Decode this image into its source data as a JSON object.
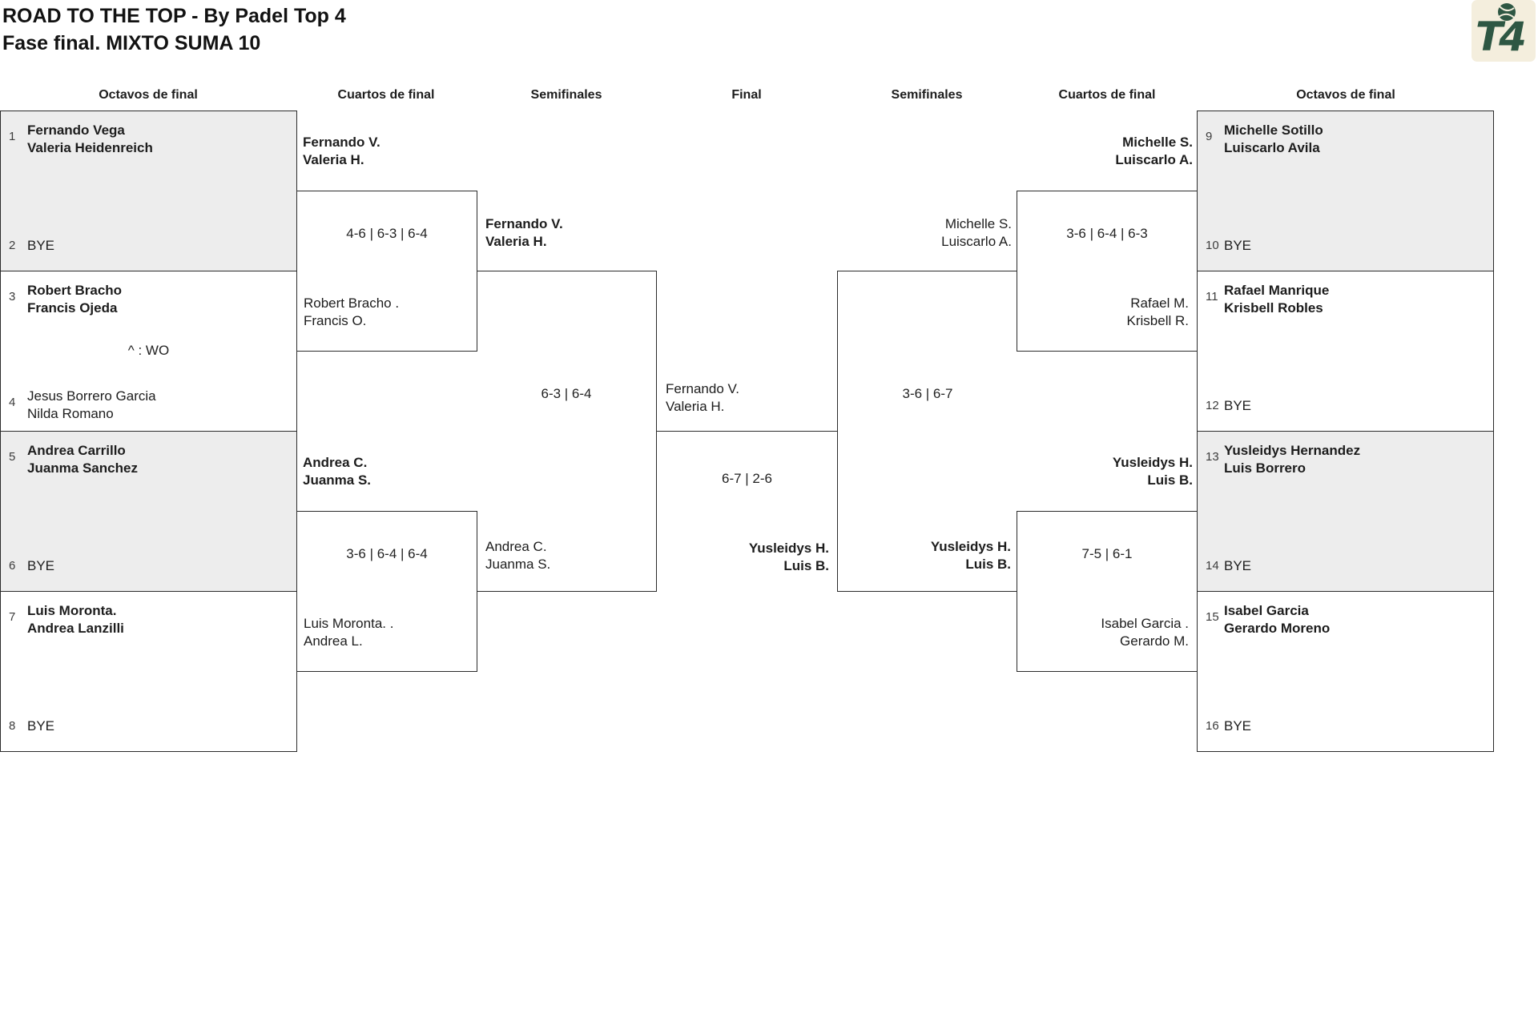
{
  "header": {
    "title": "ROAD TO THE TOP - By Padel Top 4",
    "subtitle": "Fase final. MIXTO SUMA 10",
    "logo_text": "T4"
  },
  "colors": {
    "logo_green": "#2e5743",
    "logo_bg": "#f4eedd",
    "box_shade": "#ededed",
    "line": "#2b2b2b"
  },
  "rounds": [
    "Octavos de final",
    "Cuartos de final",
    "Semifinales",
    "Final",
    "Semifinales",
    "Cuartos de final",
    "Octavos de final"
  ],
  "octavos_left": [
    {
      "top_seed": "1",
      "top_line1": "Fernando Vega",
      "top_line2": "Valeria Heidenreich",
      "note": "",
      "bottom_seed": "2",
      "bottom_line1": "BYE"
    },
    {
      "top_seed": "3",
      "top_line1": "Robert Bracho",
      "top_line2": "Francis Ojeda",
      "note": "^ : WO",
      "bottom_seed": "4",
      "bottom_line1": "Jesus Borrero Garcia",
      "bottom_line2": "Nilda Romano"
    },
    {
      "top_seed": "5",
      "top_line1": "Andrea Carrillo",
      "top_line2": "Juanma Sanchez",
      "note": "",
      "bottom_seed": "6",
      "bottom_line1": "BYE"
    },
    {
      "top_seed": "7",
      "top_line1": "Luis Moronta.",
      "top_line2": "Andrea Lanzilli",
      "note": "",
      "bottom_seed": "8",
      "bottom_line1": "BYE"
    }
  ],
  "octavos_right": [
    {
      "top_seed": "9",
      "top_line1": "Michelle Sotillo",
      "top_line2": "Luiscarlo Avila",
      "note": "",
      "bottom_seed": "10",
      "bottom_line1": "BYE"
    },
    {
      "top_seed": "11",
      "top_line1": "Rafael Manrique",
      "top_line2": "Krisbell Robles",
      "note": "",
      "bottom_seed": "12",
      "bottom_line1": "BYE"
    },
    {
      "top_seed": "13",
      "top_line1": "Yusleidys Hernandez",
      "top_line2": "Luis Borrero",
      "note": "",
      "bottom_seed": "14",
      "bottom_line1": "BYE"
    },
    {
      "top_seed": "15",
      "top_line1": "Isabel Garcia",
      "top_line2": "Gerardo Moreno",
      "note": "",
      "bottom_seed": "16",
      "bottom_line1": "BYE"
    }
  ],
  "cuartos_left": [
    {
      "winner_line1": "Fernando V.",
      "winner_line2": "Valeria H.",
      "score": "4-6 | 6-3 | 6-4",
      "loser_line1": "Robert Bracho .",
      "loser_line2": "Francis O."
    },
    {
      "winner_line1": "Andrea C.",
      "winner_line2": "Juanma S.",
      "score": "3-6 | 6-4 | 6-4",
      "loser_line1": "Luis Moronta. .",
      "loser_line2": "Andrea L."
    }
  ],
  "cuartos_right": [
    {
      "winner_line1": "Michelle S.",
      "winner_line2": "Luiscarlo A.",
      "score": "3-6 | 6-4 | 6-3",
      "loser_line1": "Rafael M.",
      "loser_line2": "Krisbell R."
    },
    {
      "winner_line1": "Yusleidys H.",
      "winner_line2": "Luis B.",
      "score": "7-5 | 6-1",
      "loser_line1": "Isabel Garcia .",
      "loser_line2": "Gerardo M."
    }
  ],
  "semifinales_left": {
    "top_line1": "Fernando V.",
    "top_line2": "Valeria H.",
    "score": "6-3 | 6-4",
    "bottom_line1": "Andrea C.",
    "bottom_line2": "Juanma S."
  },
  "semifinales_right": {
    "top_line1": "Michelle S.",
    "top_line2": "Luiscarlo A.",
    "score": "3-6 | 6-7",
    "bottom_line1": "Yusleidys H.",
    "bottom_line2": "Luis B."
  },
  "final": {
    "left_line1": "Fernando V.",
    "left_line2": "Valeria H.",
    "score": "6-7 | 2-6",
    "right_line1": "Yusleidys H.",
    "right_line2": "Luis B."
  }
}
